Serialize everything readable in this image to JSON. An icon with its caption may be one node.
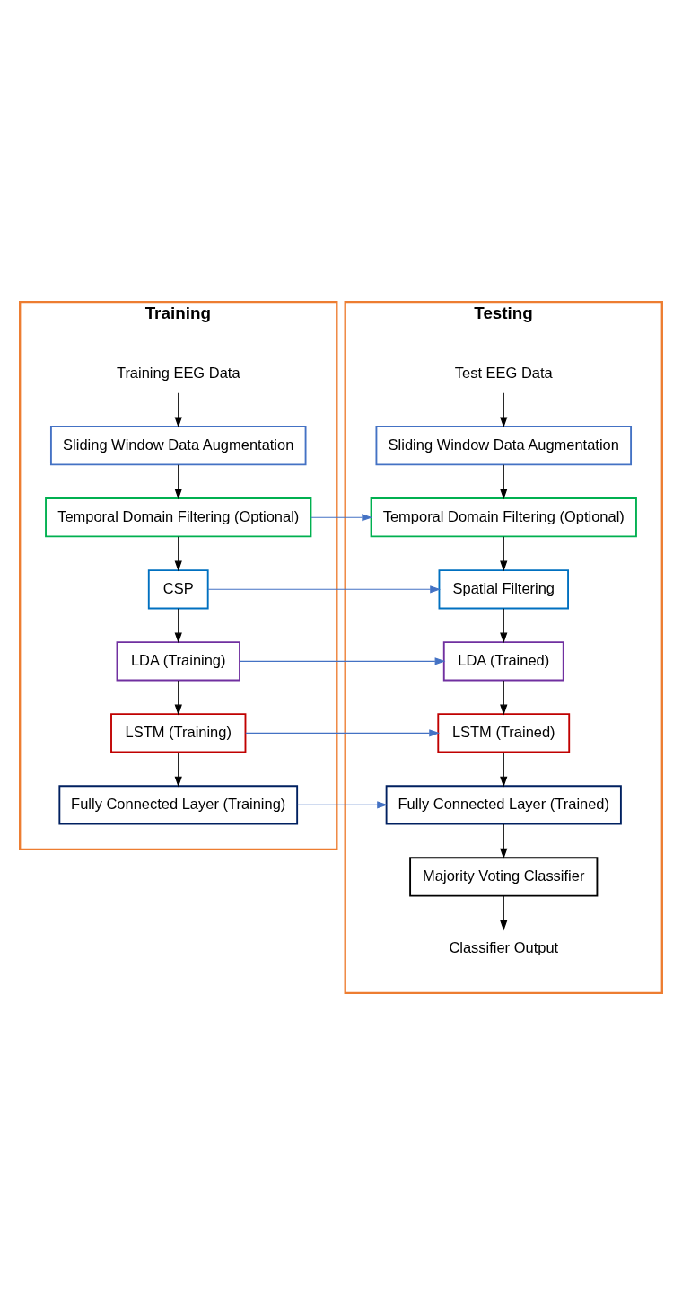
{
  "diagram": {
    "nodes": [
      {
        "text": [
          "Training"
        ]
      },
      {
        "text": [
          "Training EEG Data"
        ],
        "in": 0
      },
      {
        "text": [
          "Sliding Window Data Augmentation"
        ],
        "in": 0
      },
      {
        "text": [
          "Temporal Domain Filtering (Optional)"
        ],
        "in": 0
      },
      {
        "text": [
          "CSP"
        ],
        "in": 0
      },
      {
        "text": [
          "LDA (Training)"
        ],
        "in": 0
      },
      {
        "text": [
          "LSTM (Training)"
        ],
        "in": 0
      },
      {
        "text": [
          "Fully Connected Layer (Training)"
        ],
        "in": 0
      },
      {
        "text": [
          "Testing"
        ]
      },
      {
        "text": [
          "Test EEG Data"
        ],
        "in": 8
      },
      {
        "text": [
          "Sliding Window Data Augmentation"
        ],
        "in": 8
      },
      {
        "text": [
          "Temporal Domain Filtering (Optional)"
        ],
        "in": 8
      },
      {
        "text": [
          "Spatial Filtering"
        ],
        "in": 8
      },
      {
        "text": [
          "LDA (Trained)"
        ],
        "in": 8
      },
      {
        "text": [
          "LSTM (Trained)"
        ],
        "in": 8
      },
      {
        "text": [
          "Fully Connected Layer (Trained)"
        ],
        "in": 8
      },
      {
        "text": [
          "Majority Voting Classifier"
        ],
        "in": 8
      },
      {
        "text": [
          "Classifier Output"
        ],
        "in": 8
      }
    ],
    "edges": [
      {
        "from": 1,
        "to": 2,
        "arrow": "to"
      },
      {
        "from": 2,
        "to": 3,
        "arrow": "to"
      },
      {
        "from": 3,
        "to": 4,
        "arrow": "to"
      },
      {
        "from": 4,
        "to": 5,
        "arrow": "to"
      },
      {
        "from": 5,
        "to": 6,
        "arrow": "to"
      },
      {
        "from": 6,
        "to": 7,
        "arrow": "to"
      },
      {
        "from": 9,
        "to": 10,
        "arrow": "to"
      },
      {
        "from": 10,
        "to": 11,
        "arrow": "to"
      },
      {
        "from": 11,
        "to": 12,
        "arrow": "to"
      },
      {
        "from": 12,
        "to": 13,
        "arrow": "to"
      },
      {
        "from": 13,
        "to": 14,
        "arrow": "to"
      },
      {
        "from": 14,
        "to": 15,
        "arrow": "to"
      },
      {
        "from": 15,
        "to": 16,
        "arrow": "to"
      },
      {
        "from": 16,
        "to": 17,
        "arrow": "to"
      },
      {
        "from": 3,
        "to": 11,
        "arrow": "to",
        "color": "#4472c4"
      },
      {
        "from": 4,
        "to": 12,
        "arrow": "to",
        "color": "#4472c4"
      },
      {
        "from": 5,
        "to": 13,
        "arrow": "to",
        "color": "#4472c4"
      },
      {
        "from": 6,
        "to": 14,
        "arrow": "to",
        "color": "#4472c4"
      },
      {
        "from": 7,
        "to": 15,
        "arrow": "to",
        "color": "#4472c4"
      }
    ]
  }
}
